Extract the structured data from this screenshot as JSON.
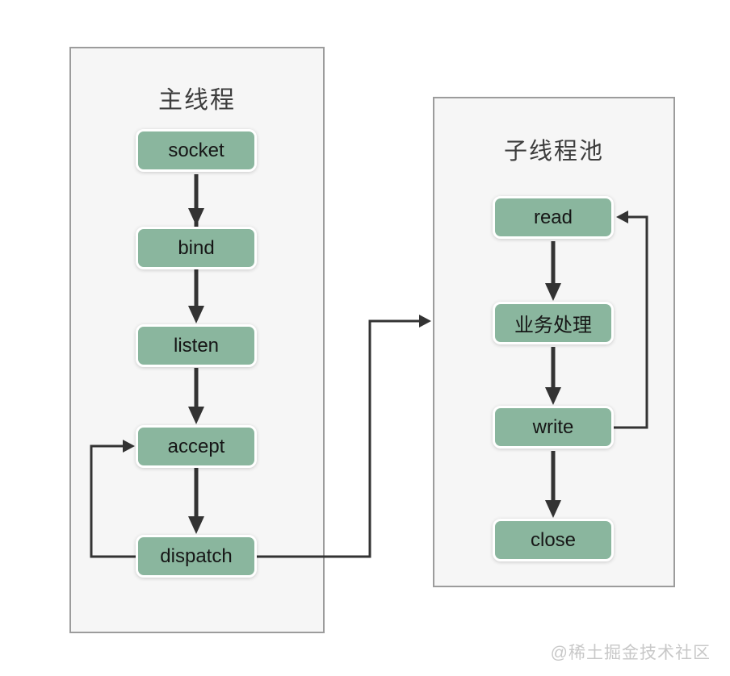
{
  "diagram": {
    "main_thread": {
      "title": "主线程",
      "nodes": [
        {
          "id": "socket",
          "label": "socket"
        },
        {
          "id": "bind",
          "label": "bind"
        },
        {
          "id": "listen",
          "label": "listen"
        },
        {
          "id": "accept",
          "label": "accept"
        },
        {
          "id": "dispatch",
          "label": "dispatch"
        }
      ]
    },
    "child_thread_pool": {
      "title": "子线程池",
      "nodes": [
        {
          "id": "read",
          "label": "read"
        },
        {
          "id": "biz",
          "label": "业务处理"
        },
        {
          "id": "write",
          "label": "write"
        },
        {
          "id": "close",
          "label": "close"
        }
      ]
    },
    "edges": [
      {
        "from": "socket",
        "to": "bind"
      },
      {
        "from": "bind",
        "to": "listen"
      },
      {
        "from": "listen",
        "to": "accept"
      },
      {
        "from": "accept",
        "to": "dispatch"
      },
      {
        "from": "dispatch",
        "to": "accept",
        "type": "loop-back"
      },
      {
        "from": "dispatch",
        "to": "child_thread_pool",
        "type": "cross-container"
      },
      {
        "from": "read",
        "to": "biz"
      },
      {
        "from": "biz",
        "to": "write"
      },
      {
        "from": "write",
        "to": "close"
      },
      {
        "from": "write",
        "to": "read",
        "type": "loop-back"
      }
    ],
    "colors": {
      "node_fill": "#8ab69e",
      "node_border": "#ffffff",
      "container_fill": "#f6f6f6",
      "container_border": "#9c9c9c",
      "arrow": "#333333",
      "title_text": "#3d3d3d",
      "watermark_text": "#c8c8c8"
    }
  },
  "watermark": "@稀土掘金技术社区"
}
